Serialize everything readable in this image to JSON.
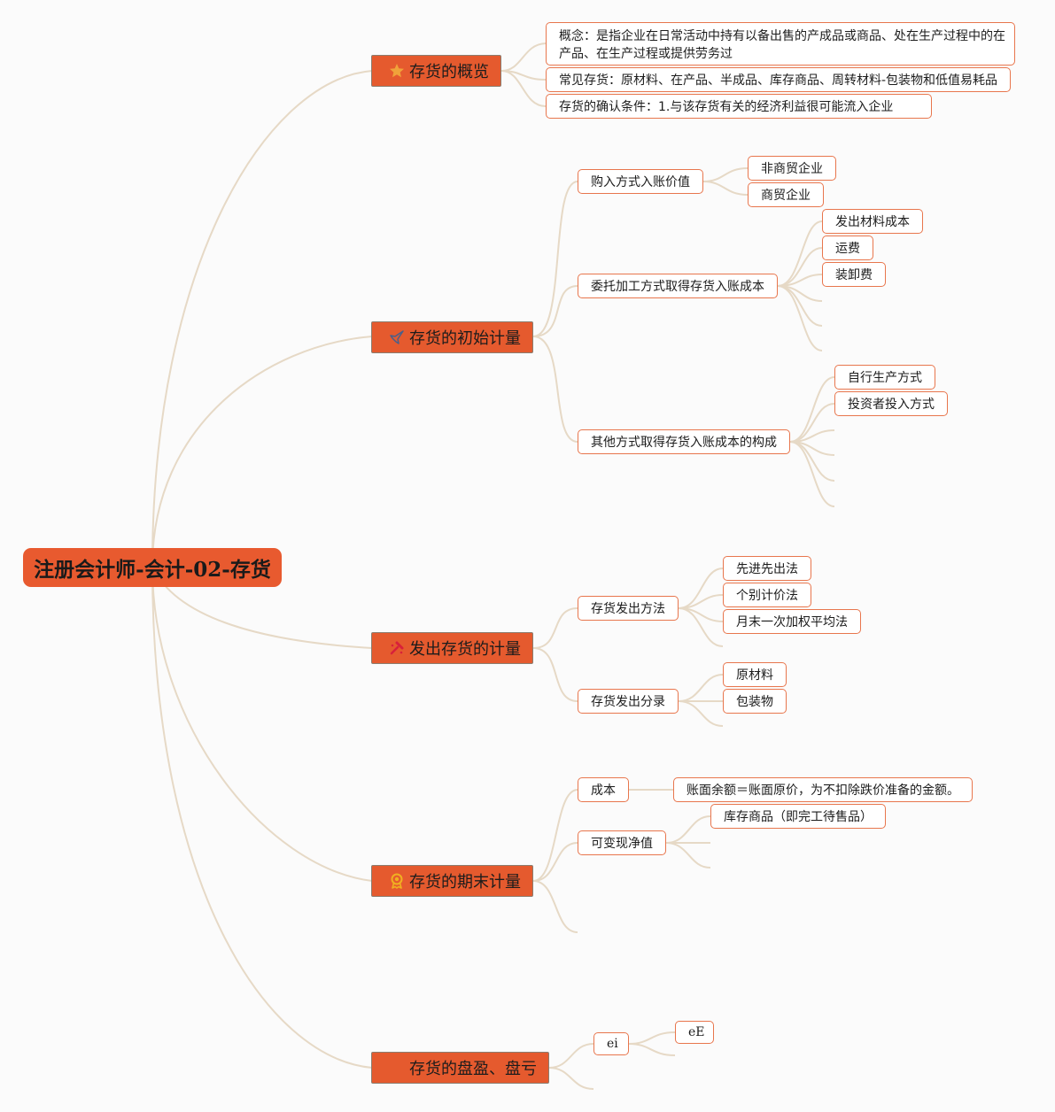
{
  "root": {
    "title": "注册会计师-会计-02-存货"
  },
  "branches": {
    "overview": {
      "title": "存货的概览",
      "items": [
        "概念：是指企业在日常活动中持有以备出售的产成品或商品、处在生产过程中的在产品、在生产过程或提供劳务过",
        "常见存货：原材料、在产品、半成品、库存商品、周转材料-包装物和低值易耗品",
        "存货的确认条件：1.与该存货有关的经济利益很可能流入企业"
      ]
    },
    "initial": {
      "title": "存货的初始计量",
      "purchase": {
        "label": "购入方式入账价值",
        "children": [
          "非商贸企业",
          "商贸企业"
        ]
      },
      "entrusted": {
        "label": "委托加工方式取得存货入账成本",
        "children": [
          "发出材料成本",
          "运费",
          "装卸费"
        ]
      },
      "other": {
        "label": "其他方式取得存货入账成本的构成",
        "children": [
          "自行生产方式",
          "投资者投入方式"
        ]
      }
    },
    "issue": {
      "title": "发出存货的计量",
      "methods": {
        "label": "存货发出方法",
        "children": [
          "先进先出法",
          "个别计价法",
          "月末一次加权平均法"
        ]
      },
      "entries": {
        "label": "存货发出分录",
        "children": [
          "原材料",
          "包装物"
        ]
      }
    },
    "ending": {
      "title": "存货的期末计量",
      "cost": {
        "label": "成本",
        "children": [
          "账面余额＝账面原价，为不扣除跌价准备的金额。"
        ]
      },
      "nrv": {
        "label": "可变现净值",
        "children": [
          "库存商品（即完工待售品）"
        ]
      }
    },
    "count": {
      "title": "存货的盘盈、盘亏",
      "child": {
        "label": "ei",
        "children": [
          "eE"
        ]
      }
    }
  },
  "colors": {
    "root": "#e85a2f",
    "branch": "#e55a2e",
    "leaf_border": "#e8764d",
    "link": "#e6d9c6"
  },
  "icons": {
    "overview": "star-icon",
    "initial": "rocket-icon",
    "issue": "hammer-icon",
    "ending": "medal-icon",
    "count": "flag-icon"
  }
}
